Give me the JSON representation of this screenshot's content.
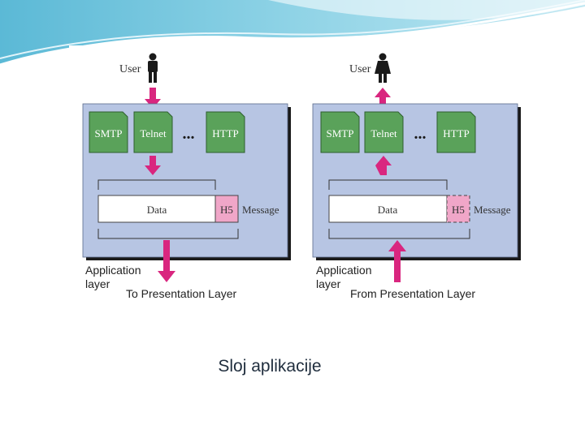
{
  "colors": {
    "panel": "#b7c5e3",
    "shadow": "#1a1a1a",
    "protocol_green": "#5aa25a",
    "arrow_magenta": "#d9267f",
    "header_pink": "#f0a6c8",
    "header_teal": "#7ccfe0"
  },
  "left_panel": {
    "user_label": "User",
    "protocols": [
      "SMTP",
      "Telnet",
      "HTTP"
    ],
    "ellipsis": "...",
    "data_label": "Data",
    "header_label": "H5",
    "message_label": "Message",
    "layer_label_line1": "Application",
    "layer_label_line2": "layer",
    "bottom_label": "To Presentation Layer"
  },
  "right_panel": {
    "user_label": "User",
    "protocols": [
      "SMTP",
      "Telnet",
      "HTTP"
    ],
    "ellipsis": "...",
    "data_label": "Data",
    "header_label": "H5",
    "message_label": "Message",
    "layer_label_line1": "Application",
    "layer_label_line2": "layer",
    "bottom_label": "From Presentation Layer"
  },
  "caption": "Sloj aplikacije"
}
